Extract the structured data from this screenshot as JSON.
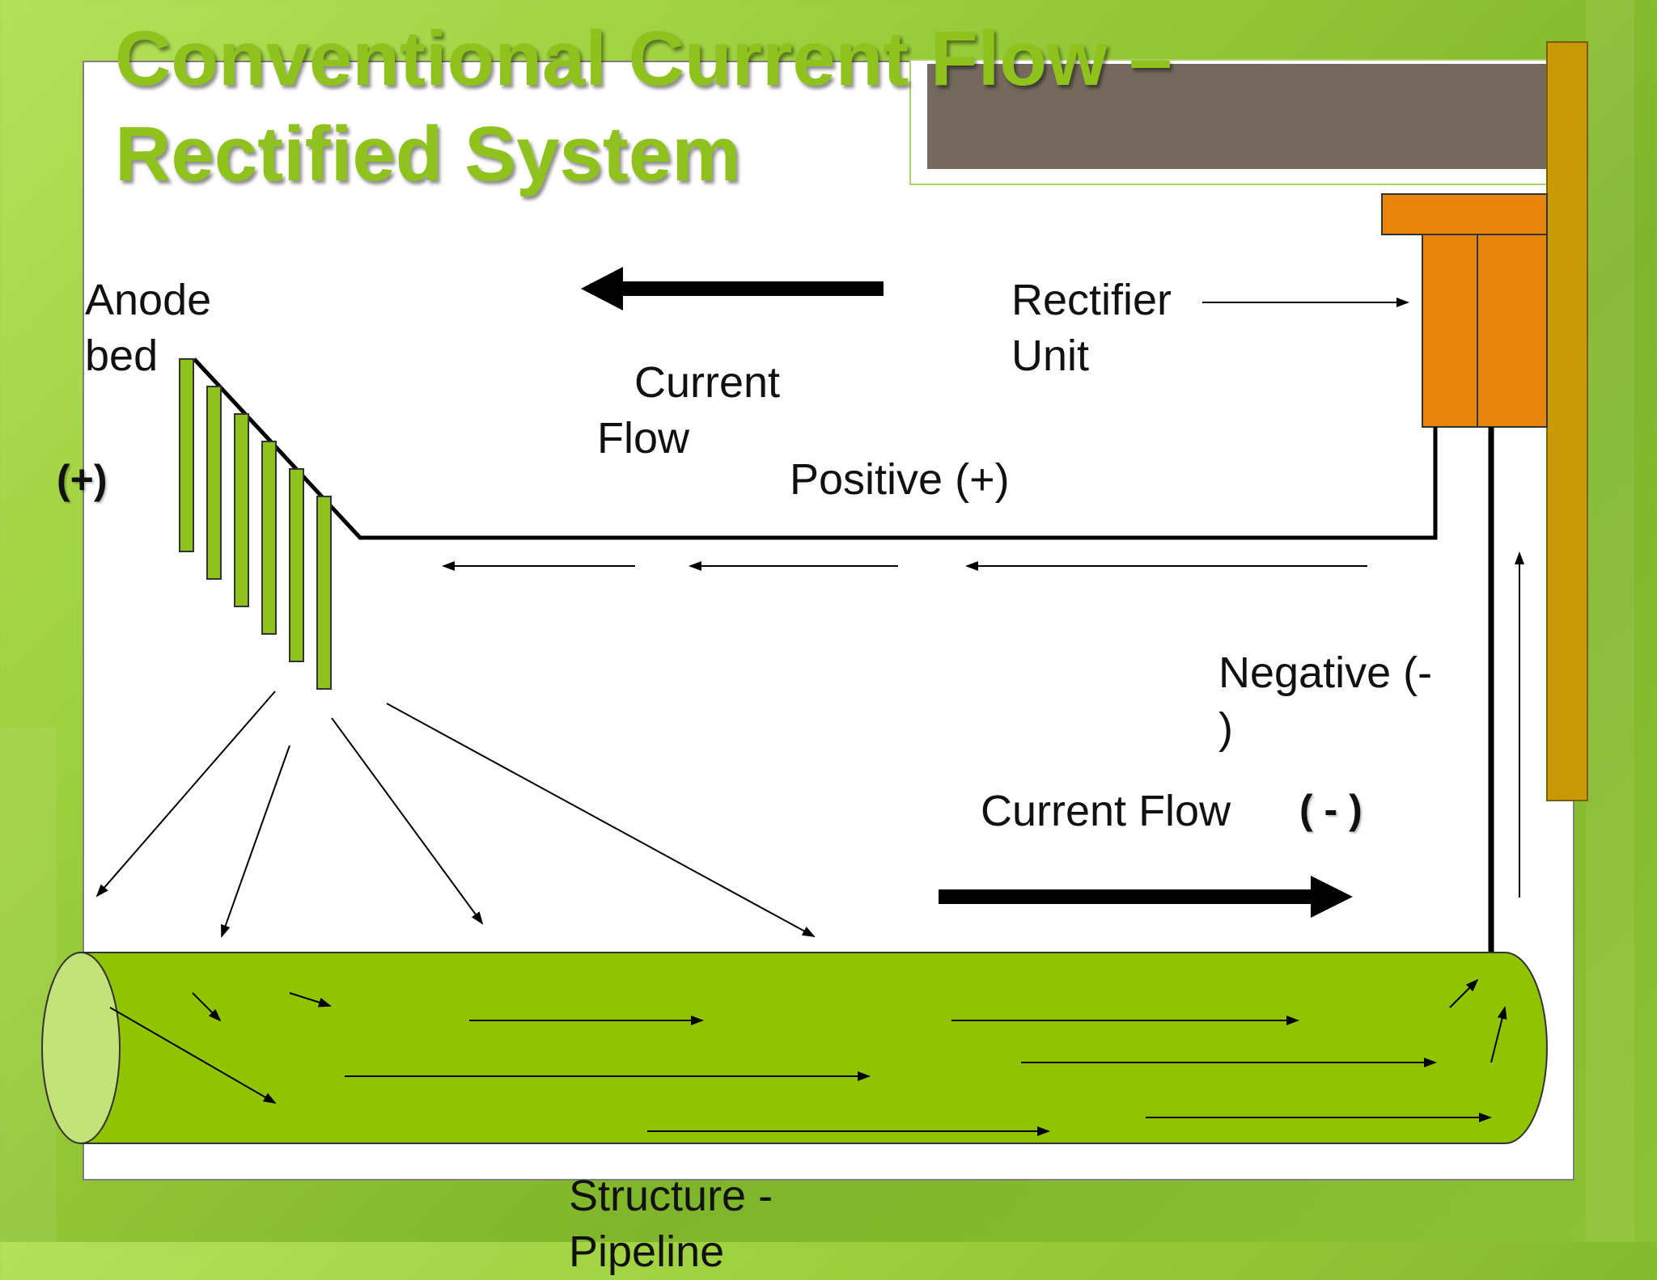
{
  "slide": {
    "title_line1": "Conventional Current Flow –",
    "title_line2": "Rectified System"
  },
  "labels": {
    "anode_line1": "Anode",
    "anode_line2": "bed",
    "anode_polarity": "(+)",
    "current_flow_top_line1": "Current",
    "current_flow_top_line2": "Flow",
    "positive": "Positive (+)",
    "rectifier_line1": "Rectifier",
    "rectifier_line2": "Unit",
    "negative_line1": "Negative (-",
    "negative_line2": ")",
    "current_flow_bottom": "Current Flow",
    "negative_polarity": "( - )",
    "structure_line1": "Structure -",
    "structure_line2": "Pipeline"
  },
  "colors": {
    "title": "#8fc21c",
    "anode_rods": "#8fc21c",
    "pipeline": "#91c400",
    "pipeline_end": "#c4e27a",
    "rectifier": "#e6850a",
    "post": "#c89a05",
    "title_tab": "#74695c"
  }
}
